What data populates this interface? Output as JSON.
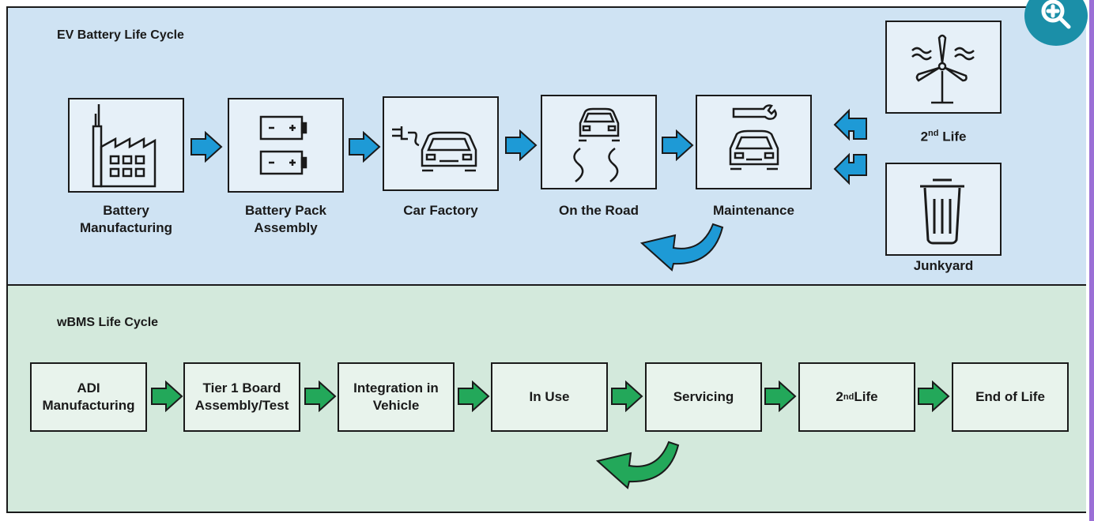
{
  "ev": {
    "title": "EV Battery Life Cycle",
    "stages": [
      {
        "label": "Battery\nManufacturing"
      },
      {
        "label": "Battery Pack\nAssembly"
      },
      {
        "label": "Car Factory"
      },
      {
        "label": "On the Road"
      },
      {
        "label": "Maintenance"
      }
    ],
    "second_life": {
      "base": "2",
      "sup": "nd",
      "rest": " Life"
    },
    "junkyard": "Junkyard"
  },
  "wbms": {
    "title": "wBMS Life Cycle",
    "stages": [
      {
        "label": "ADI\nManufacturing"
      },
      {
        "label": "Tier 1 Board\nAssembly/Test"
      },
      {
        "label": "Integration in\nVehicle"
      },
      {
        "label": "In Use"
      },
      {
        "label": "Servicing"
      },
      {
        "label": "2nd Life",
        "base": "2",
        "sup": "nd",
        "rest": " Life"
      },
      {
        "label": "End of Life"
      }
    ]
  },
  "colors": {
    "ev_bg": "#cfe3f3",
    "wbms_bg": "#d3e9dc",
    "blue_arrow": "#1e9ad6",
    "green_arrow": "#23a85a",
    "zoom_button": "#1b8fa8"
  },
  "zoom_button": {
    "icon": "zoom-in-icon"
  }
}
